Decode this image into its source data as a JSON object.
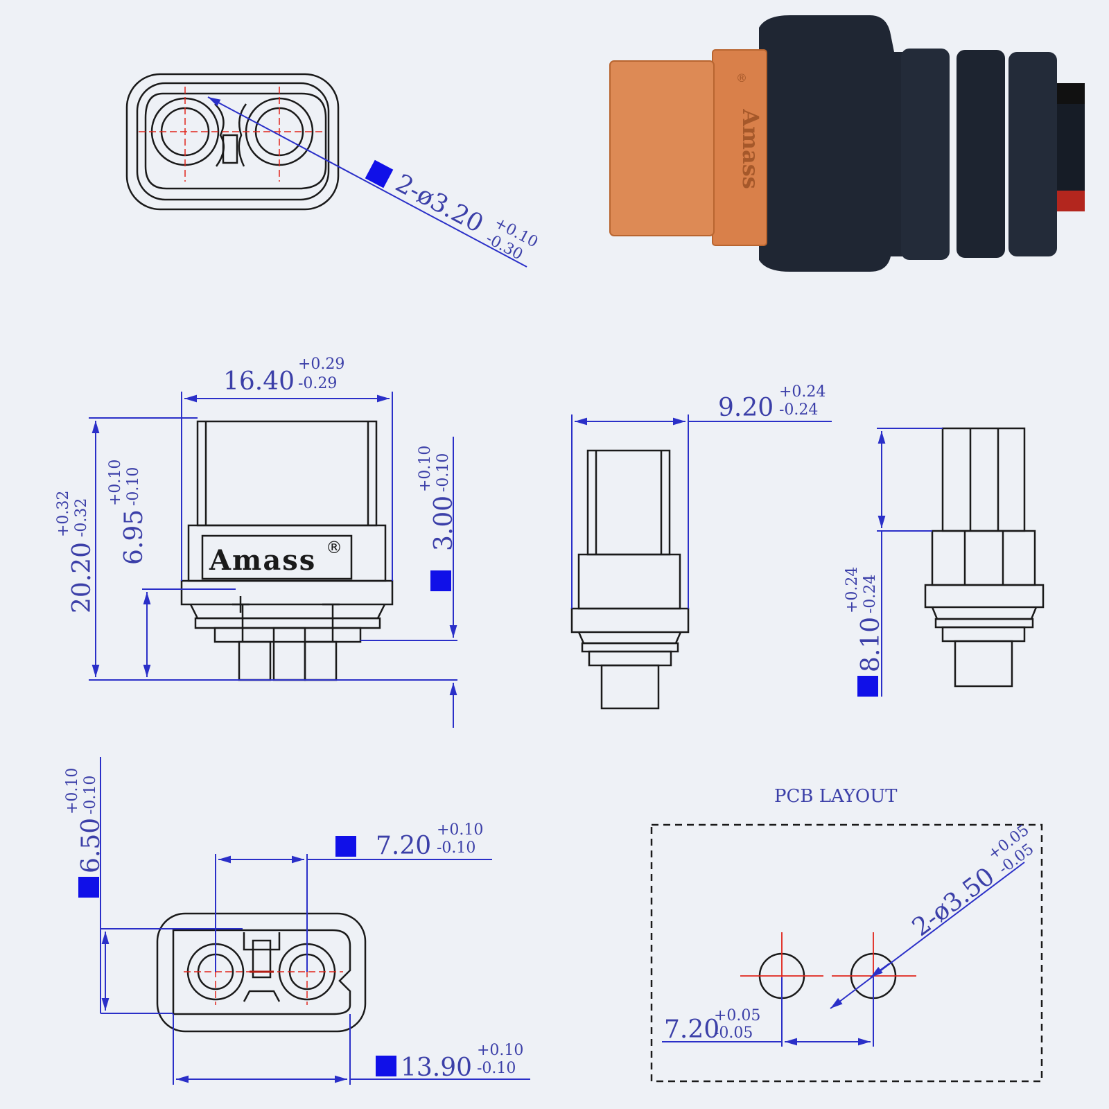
{
  "colors": {
    "background": "#eef1f6",
    "outline": "#1a1a1a",
    "dimension": "#2a2fc8",
    "dimension_text": "#3b3fa8",
    "centerline": "#e0241a",
    "connector_body": "#d9804a",
    "connector_shade": "#c66a35",
    "cable_boot": "#1f2633",
    "marker": "#1010e8"
  },
  "brand": {
    "name": "Amass",
    "mark": "®"
  },
  "dims": {
    "hole_dia_top": {
      "main": "2-ø3.20",
      "tol_plus": "+0.10",
      "tol_minus": "-0.30"
    },
    "width_front": {
      "main": "16.40",
      "tol_plus": "+0.29",
      "tol_minus": "-0.29"
    },
    "height_total": {
      "main": "20.20",
      "tol_plus": "+0.32",
      "tol_minus": "-0.32"
    },
    "height_lower": {
      "main": "6.95",
      "tol_plus": "+0.10",
      "tol_minus": "-0.10"
    },
    "pin_length": {
      "main": "3.00",
      "tol_plus": "+0.10",
      "tol_minus": "-0.10"
    },
    "depth_side": {
      "main": "9.20",
      "tol_plus": "+0.24",
      "tol_minus": "-0.24"
    },
    "height_side": {
      "main": "8.10",
      "tol_plus": "+0.24",
      "tol_minus": "-0.24"
    },
    "height_bottom": {
      "main": "6.50",
      "tol_plus": "+0.10",
      "tol_minus": "-0.10"
    },
    "pitch_bottom": {
      "main": "7.20",
      "tol_plus": "+0.10",
      "tol_minus": "-0.10"
    },
    "width_bottom": {
      "main": "13.90",
      "tol_plus": "+0.10",
      "tol_minus": "-0.10"
    },
    "pcb_hole_dia": {
      "main": "2-ø3.50",
      "tol_plus": "+0.05",
      "tol_minus": "-0.05"
    },
    "pcb_pitch": {
      "main": "7.20",
      "tol_plus": "+0.05",
      "tol_minus": "-0.05"
    }
  },
  "pcb": {
    "title": "PCB LAYOUT"
  },
  "icons": [
    "plus-polarity-icon",
    "minus-polarity-icon",
    "registered-mark-icon",
    "critical-dimension-marker-icon"
  ]
}
